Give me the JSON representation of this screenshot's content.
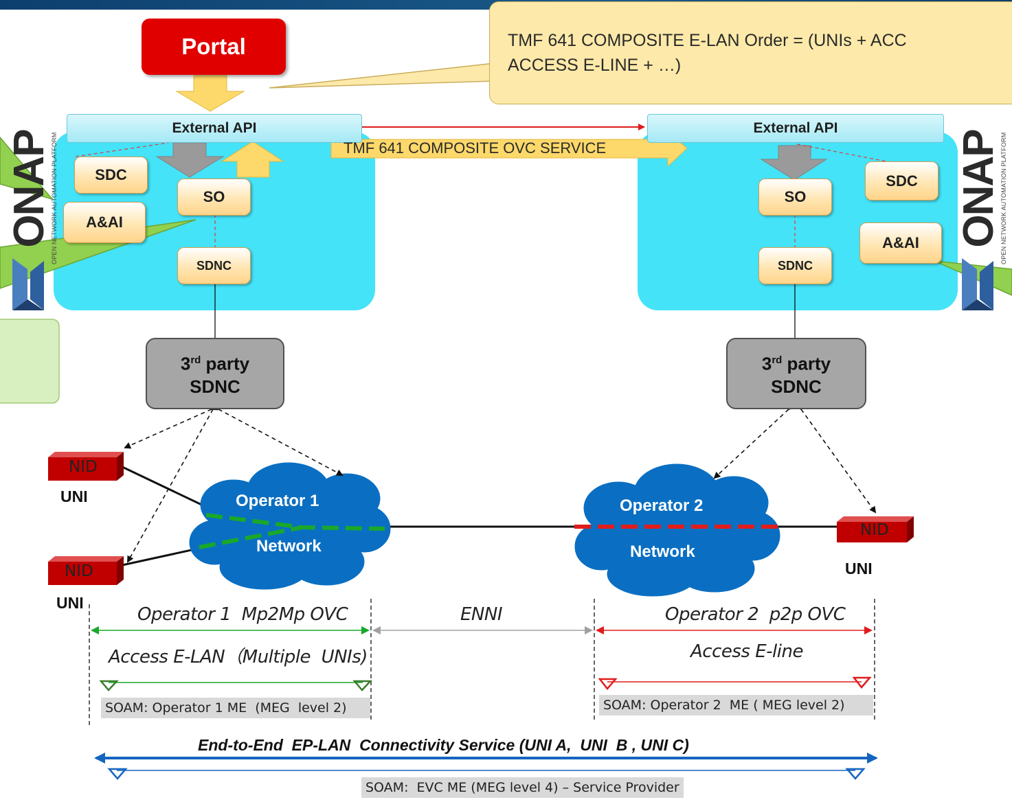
{
  "header": {
    "portal": "Portal"
  },
  "callout": {
    "line1": "TMF 641 COMPOSITE E-LAN Order = (UNIs + ACC",
    "line2": "ACCESS E-LINE + …)"
  },
  "onap": {
    "logo": "ONAP",
    "subtitle": "OPEN NETWORK AUTOMATION PLATFORM"
  },
  "left_panel": {
    "external_api": "External API",
    "sdc": "SDC",
    "so": "SO",
    "aai": "A&AI",
    "sdnc": "SDNC"
  },
  "right_panel": {
    "external_api": "External API",
    "sdc": "SDC",
    "so": "SO",
    "aai": "A&AI",
    "sdnc": "SDNC"
  },
  "ovc_service_label": "TMF 641 COMPOSITE OVC SERVICE",
  "third_party": {
    "line1_base": "3",
    "line1_sup": "rd",
    "line1_rest": " party",
    "line2": "SDNC"
  },
  "network": {
    "nid": "NID",
    "uni": "UNI",
    "operator1": "Operator 1",
    "operator2": "Operator 2",
    "network": "Network"
  },
  "segments": {
    "op1_ovc": "Operator 1  Mp2Mp OVC",
    "enni": "ENNI",
    "op2_ovc": "Operator 2  p2p OVC",
    "access_elan": "Access E-LAN（Multiple  UNIs)",
    "access_eline": "Access E-line",
    "soam_op1": "SOAM: Operator 1 ME  (MEG  level 2)",
    "soam_op2": "SOAM: Operator 2  ME ( MEG level 2)",
    "e2e": "End-to-End  EP-LAN  Connectivity Service (UNI A,  UNI  B , UNI C)",
    "soam_evc": "SOAM:  EVC ME (MEG level 4) – Service Provider"
  },
  "colors": {
    "onap_panel": "#44e3f8",
    "portal": "#e00000",
    "cloud": "#0a6fc2",
    "nid": "#c00000",
    "op1_line": "#1aa82a",
    "op2_line": "#e01c1c",
    "e2e_line": "#1565c0"
  }
}
